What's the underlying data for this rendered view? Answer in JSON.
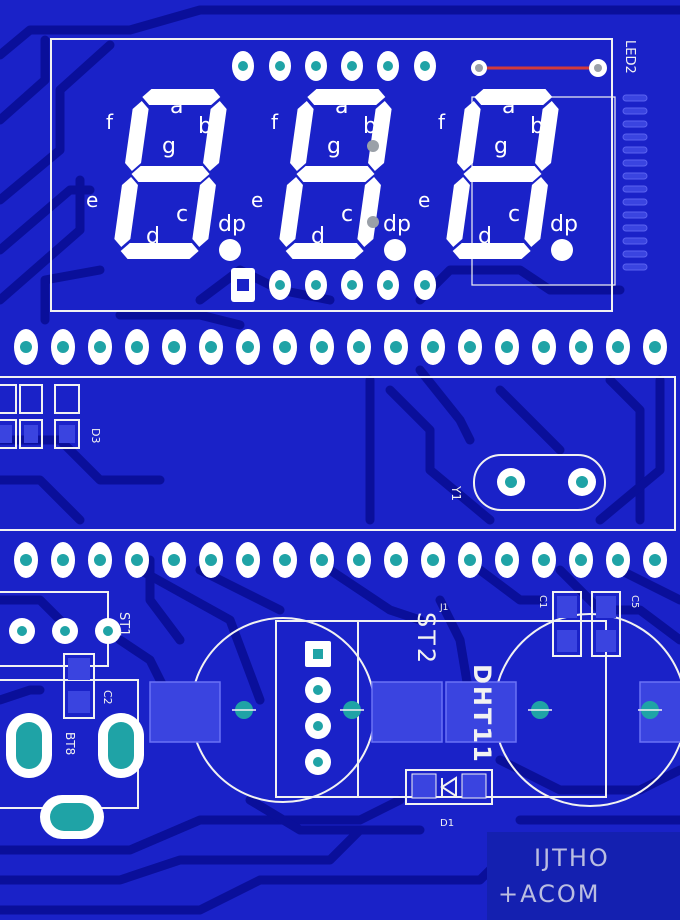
{
  "display": {
    "segment_labels": [
      "a",
      "b",
      "c",
      "d",
      "e",
      "f",
      "g",
      "dp"
    ],
    "designator": "LED2",
    "digit_count": 3
  },
  "labels": {
    "d3": "D3",
    "y1": "Y1",
    "j1": "J1",
    "st2": "ST2",
    "st1": "ST1",
    "bt8": "BT8",
    "c1": "C1",
    "c2": "C2",
    "c5": "C5",
    "d1": "D1",
    "dht11": "DHT11",
    "watermark_line1": "IJTHO",
    "watermark_line2": "+ACOM"
  },
  "colors": {
    "board": "#1a22c8",
    "trace": "#0a0f9a",
    "silkscreen": "#f2f2f2",
    "drill": "#1fa3a6",
    "red_jumper": "#d23a3a"
  }
}
